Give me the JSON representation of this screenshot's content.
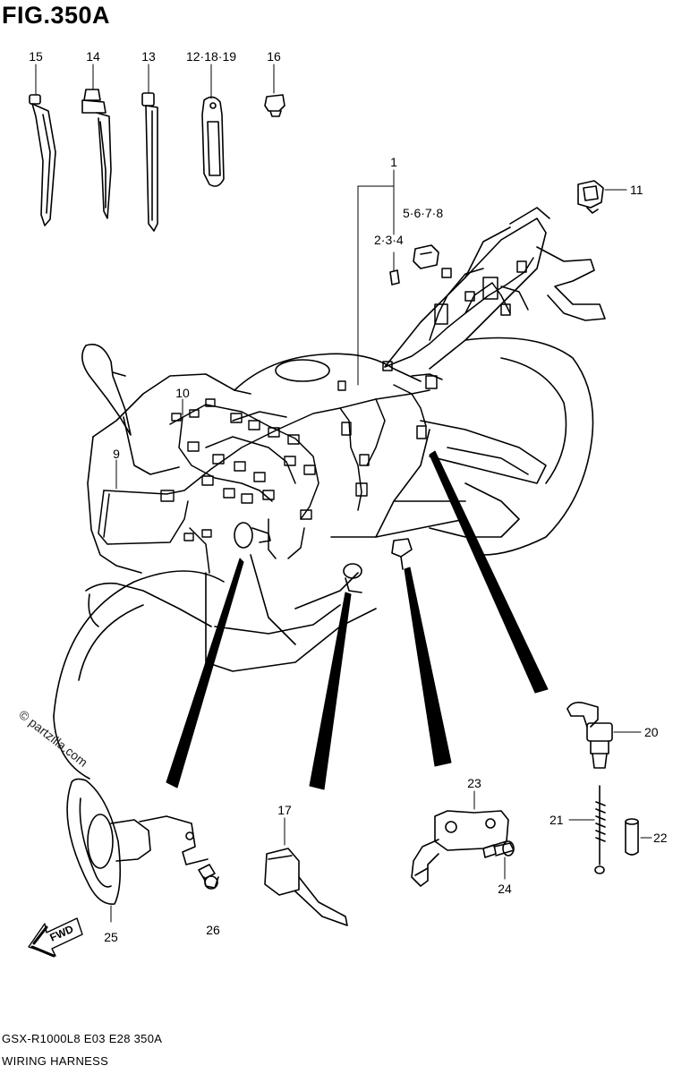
{
  "figure": {
    "title": "FIG.350A",
    "model_code": "GSX-R1000L8  E03  E28  350A",
    "section_name": "WIRING HARNESS",
    "watermark": "© partzilla.com",
    "fwd_label": "FWD"
  },
  "callouts": [
    {
      "id": "15",
      "text": "15"
    },
    {
      "id": "14",
      "text": "14"
    },
    {
      "id": "13",
      "text": "13"
    },
    {
      "id": "12-18-19",
      "text": "12·18·19"
    },
    {
      "id": "16",
      "text": "16"
    },
    {
      "id": "1",
      "text": "1"
    },
    {
      "id": "5-6-7-8",
      "text": "5·6·7·8"
    },
    {
      "id": "2-3-4",
      "text": "2·3·4"
    },
    {
      "id": "11",
      "text": "11"
    },
    {
      "id": "10",
      "text": "10"
    },
    {
      "id": "9",
      "text": "9"
    },
    {
      "id": "20",
      "text": "20"
    },
    {
      "id": "21",
      "text": "21"
    },
    {
      "id": "22",
      "text": "22"
    },
    {
      "id": "23",
      "text": "23"
    },
    {
      "id": "24",
      "text": "24"
    },
    {
      "id": "17",
      "text": "17"
    },
    {
      "id": "25",
      "text": "25"
    },
    {
      "id": "26",
      "text": "26"
    }
  ]
}
